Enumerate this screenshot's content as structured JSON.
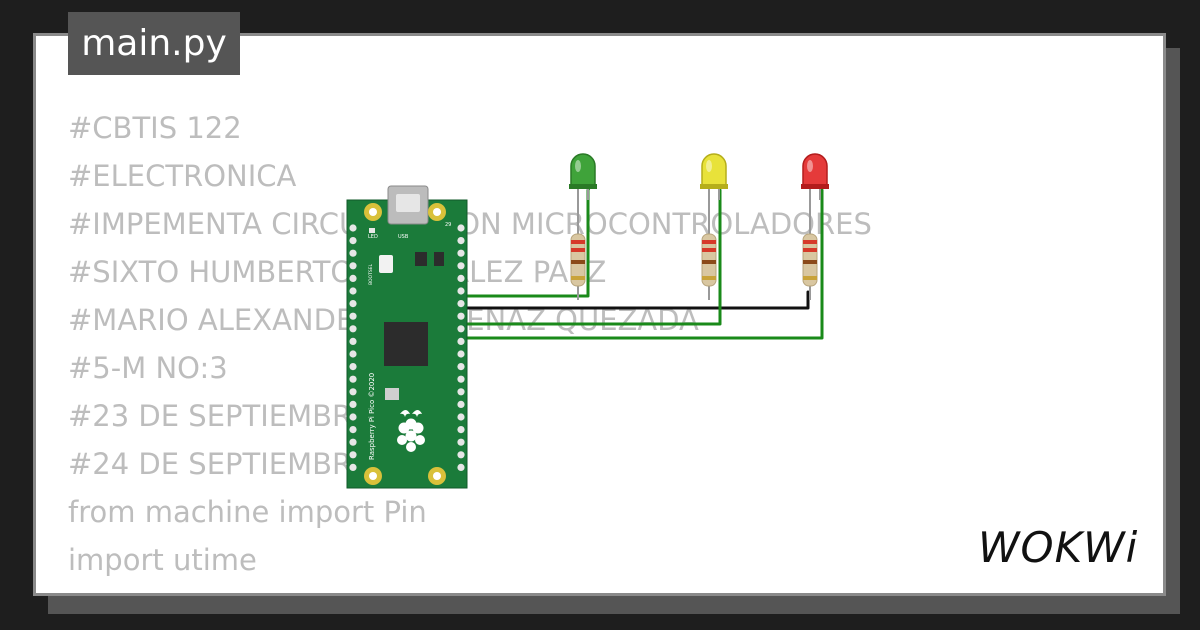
{
  "editor": {
    "file_tab": "main.py",
    "code_lines": [
      "#CBTIS 122",
      "#ELECTRONICA",
      "#IMPEMENTA CIRCUITOS CON MICROCONTROLADORES",
      "#SIXTO HUMBERTO GONZALEZ PAEZ",
      "#MARIO ALEXANDER CARDENAZ QUEZADA",
      "#5-M NO:3",
      "#23 DE SEPTIEMBRE",
      "#24 DE SEPTIEMBRE",
      "from machine import Pin",
      "import utime"
    ]
  },
  "board": {
    "name_text": "Raspberry Pi Pico ©2020",
    "led_label": "LED",
    "usb_label": "USB",
    "bootsel_label": "BOOTSEL",
    "pin_label": "29"
  },
  "leds": [
    {
      "color_name": "green",
      "body": "#3fa33a",
      "dark": "#2a7a26"
    },
    {
      "color_name": "yellow",
      "body": "#e8e23a",
      "dark": "#b5ae1a"
    },
    {
      "color_name": "red",
      "body": "#e53a3a",
      "dark": "#b31c1c"
    }
  ],
  "brand": {
    "logo_text": "WOKWi"
  }
}
